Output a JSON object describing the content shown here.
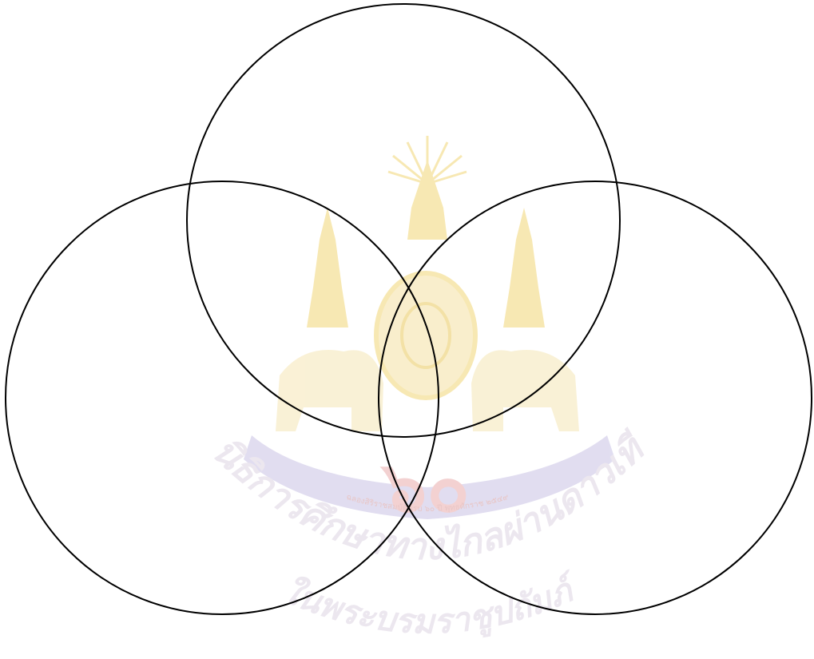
{
  "diagram": {
    "type": "venn",
    "circles": [
      {
        "name": "top"
      },
      {
        "name": "left"
      },
      {
        "name": "right"
      }
    ],
    "stroke_color": "#000000"
  },
  "watermark": {
    "line1": "มูลนิธิการศึกษาทางไกลผ่านดาวเทียม",
    "line2": "ในพระบรมราชูปถัมภ์",
    "ribbon": "ฉลองสิริราชสมบัติครบ ๖๐ ปี พุทธศักราช ๒๕๔๙",
    "numeral": "๖๐",
    "colors": {
      "gold": "#f6e4a6",
      "red": "#f1c9c9",
      "blue": "#dcd8ee",
      "text": "#ece7ef"
    }
  }
}
